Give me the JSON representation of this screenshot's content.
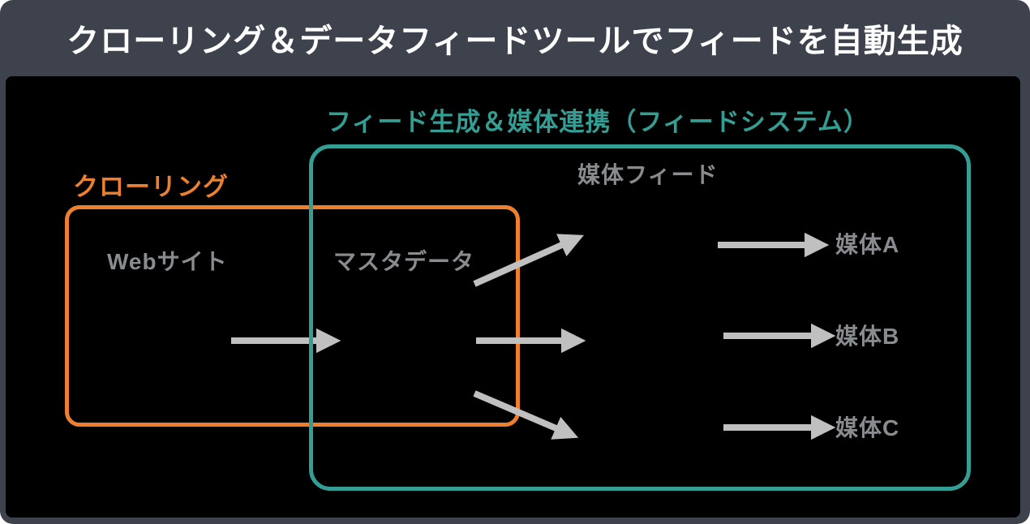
{
  "header": {
    "title": "クローリング＆データフィードツールでフィードを自動生成"
  },
  "diagram": {
    "feed_system_box": {
      "label": "フィード生成＆媒体連携（フィードシステム）"
    },
    "crawling_box": {
      "label": "クローリング"
    },
    "nodes": {
      "web_site": {
        "label": "Webサイト"
      },
      "master_data": {
        "label": "マスタデータ"
      },
      "media_feed": {
        "label": "媒体フィード"
      },
      "media_a": {
        "label": "媒体A"
      },
      "media_b": {
        "label": "媒体B"
      },
      "media_c": {
        "label": "媒体C"
      }
    },
    "connections": [
      {
        "from": "web_site",
        "to": "master_data",
        "style": "horizontal"
      },
      {
        "from": "master_data",
        "to": "media_feed",
        "style": "diagonal-up"
      },
      {
        "from": "master_data",
        "to": "media_feed",
        "style": "horizontal"
      },
      {
        "from": "master_data",
        "to": "media_feed",
        "style": "diagonal-down"
      },
      {
        "from": "media_feed",
        "to": "media_a",
        "style": "horizontal"
      },
      {
        "from": "media_feed",
        "to": "media_b",
        "style": "horizontal"
      },
      {
        "from": "media_feed",
        "to": "media_c",
        "style": "horizontal"
      }
    ]
  },
  "colors": {
    "canvas-slate": "#3d424d",
    "panel-black": "#000000",
    "teal": "#339e93",
    "orange": "#ed7f2f",
    "label-gray": "#898c8f",
    "arrow-gray": "#c0c0c0",
    "title-white": "#ffffff"
  }
}
